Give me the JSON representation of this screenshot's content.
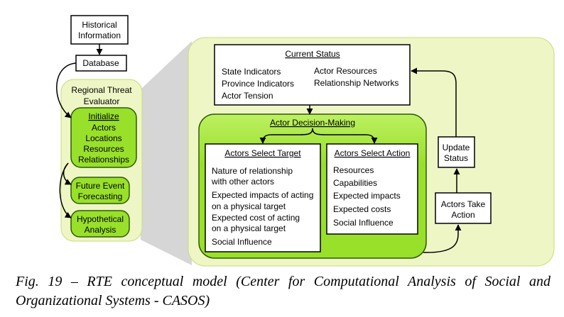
{
  "figure": {
    "historical_box": {
      "lines": [
        "Historical",
        "Information"
      ]
    },
    "database_box": {
      "label": "Database"
    },
    "regional_threat_evaluator": {
      "title_lines": [
        "Regional Threat",
        "Evaluator"
      ],
      "initialize": {
        "title": "Initialize",
        "items": [
          "Actors",
          "Locations",
          "Resources",
          "Relationships"
        ]
      },
      "future_event_forecasting": {
        "lines": [
          "Future Event",
          "Forecasting"
        ]
      },
      "hypothetical_analysis": {
        "lines": [
          "Hypothetical",
          "Analysis"
        ]
      }
    },
    "current_status": {
      "title": "Current Status",
      "left_items": [
        "State Indicators",
        "Province Indicators",
        "Actor Tension"
      ],
      "right_items": [
        "Actor Resources",
        "Relationship Networks"
      ]
    },
    "actor_decision_making": {
      "title": "Actor Decision-Making",
      "select_target": {
        "title": "Actors Select Target",
        "items": [
          {
            "lines": [
              "Nature of relationship",
              "with other actors"
            ]
          },
          {
            "lines": [
              "Expected impacts of acting",
              "on a physical target"
            ]
          },
          {
            "lines": [
              "Expected cost of acting",
              "on a physical target"
            ]
          },
          {
            "lines": [
              "Social Influence"
            ]
          }
        ]
      },
      "select_action": {
        "title": "Actors Select Action",
        "items": [
          "Resources",
          "Capabilities",
          "Expected impacts",
          "Expected costs",
          "Social Influence"
        ]
      }
    },
    "actors_take_action": {
      "lines": [
        "Actors Take",
        "Action"
      ]
    },
    "update_status": {
      "lines": [
        "Update",
        "Status"
      ]
    }
  },
  "caption": {
    "lines": [
      "Fig. 19 – RTE conceptual model (Center for Computational Analysis of Social and",
      "Organizational Systems - CASOS)"
    ]
  },
  "colors": {
    "outer_panel": "#eef6c6",
    "outer_panel_border": "#c6dc78",
    "green_box": "#98e02a",
    "green_box_light": "#bdf061",
    "green_box_border": "#2f5a06",
    "connector": "#d6d6d6"
  }
}
